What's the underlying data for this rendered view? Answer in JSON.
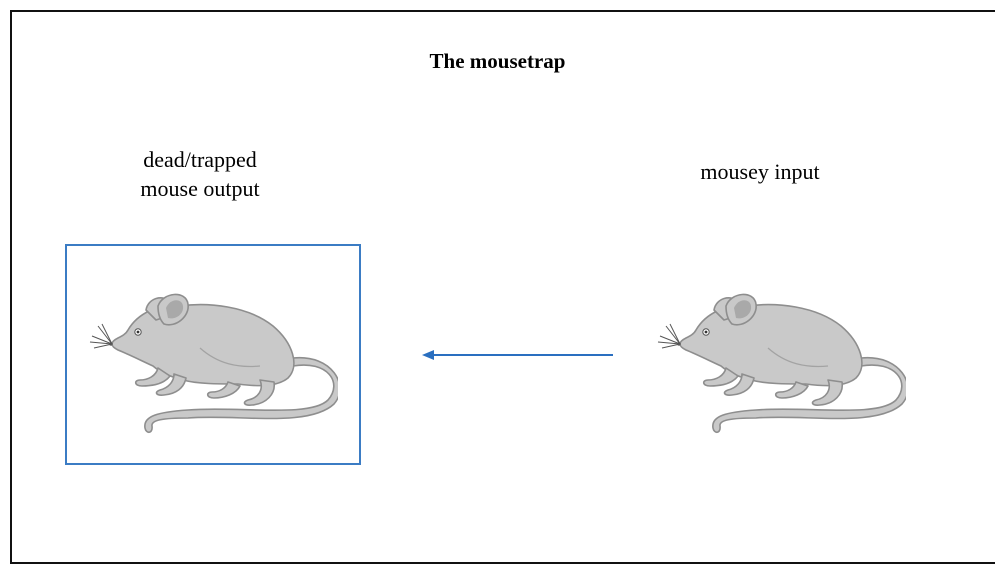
{
  "diagram": {
    "title": "The mousetrap",
    "output_label_line1": "dead/trapped",
    "output_label_line2": "mouse output",
    "input_label": "mousey input"
  },
  "colors": {
    "trap_border": "#3b7cc4",
    "arrow": "#2a6fc0",
    "mouse_fill": "#c9c9c9",
    "mouse_outline": "#8e8e8e"
  },
  "icons": {
    "mouse": "mouse-icon",
    "arrow": "arrow-left-icon"
  }
}
